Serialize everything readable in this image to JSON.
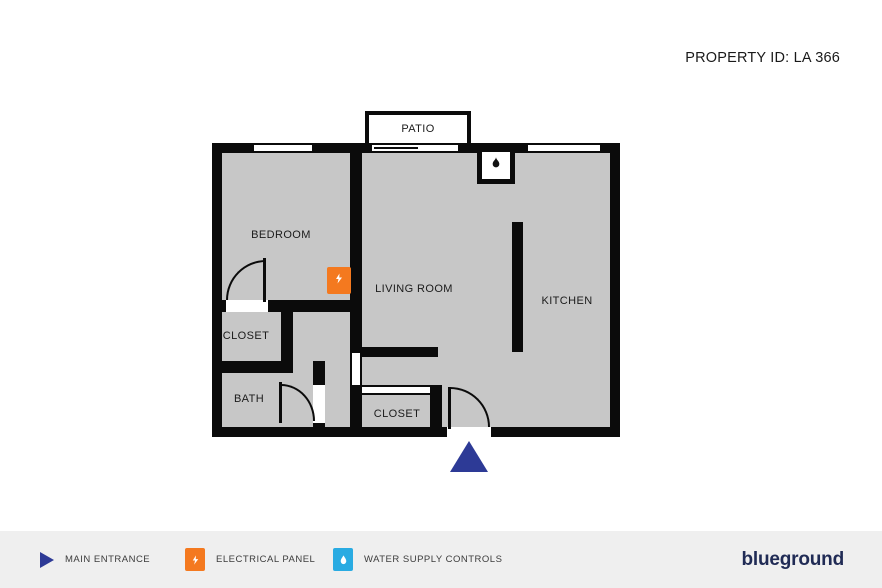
{
  "header": {
    "property_id": "PROPERTY ID: LA 366"
  },
  "floorplan": {
    "rooms": {
      "patio": "PATIO",
      "bedroom": "BEDROOM",
      "living_room": "LIVING ROOM",
      "kitchen": "KITCHEN",
      "closet_left": "CLOSET",
      "bath": "BATH",
      "closet_bottom": "CLOSET"
    }
  },
  "legend": {
    "items": [
      {
        "icon": "entrance-triangle-icon",
        "label": "MAIN ENTRANCE"
      },
      {
        "icon": "lightning-icon",
        "label": "ELECTRICAL PANEL"
      },
      {
        "icon": "water-drop-icon",
        "label": "WATER SUPPLY CONTROLS"
      }
    ]
  },
  "brand": {
    "wordmark": "blueground"
  },
  "colors": {
    "wall": "#0B0B0B",
    "room_fill": "#C7C7C7",
    "accent_orange": "#F4791F",
    "accent_blue": "#29ABE2",
    "entrance_navy": "#2D3A96",
    "brand_navy": "#202B55",
    "footer_bg": "#EFEFEF"
  }
}
